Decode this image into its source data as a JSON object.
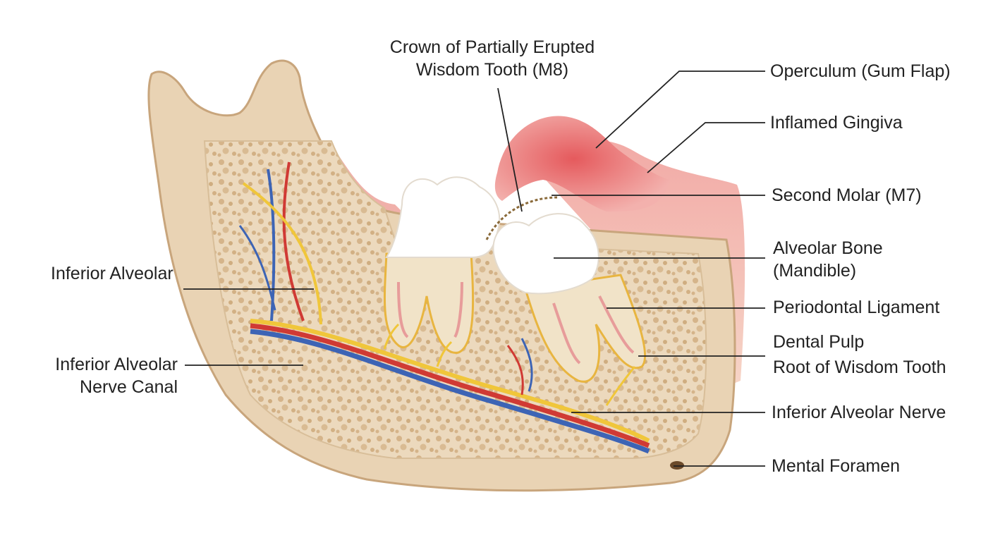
{
  "labels": {
    "crown": [
      "Crown of Partially Erupted",
      "Wisdom Tooth (M8)"
    ],
    "operculum": "Operculum (Gum Flap)",
    "inflamed_gingiva": "Inflamed Gingiva",
    "second_molar": "Second Molar (M7)",
    "alveolar_bone": [
      "Alveolar Bone",
      "(Mandible)"
    ],
    "periodontal_ligament": "Periodontal Ligament",
    "dental_pulp": "Dental Pulp",
    "root": "Root of Wisdom Tooth",
    "inferior_alveolar_nerve": "Inferior Alveolar Nerve",
    "mental_foramen": "Mental Foramen",
    "inferior_alveolar": "Inferior Alveolar",
    "nerve_canal": [
      "Inferior Alveolar",
      "Nerve Canal"
    ]
  },
  "colors": {
    "bone_outer": "#e9d3b4",
    "bone_edge": "#c8a57c",
    "cancellous": "#d7b68c",
    "gum": "#f0a9a5",
    "inflamed": "#e96a6c",
    "enamel": "#ffffff",
    "dentin": "#f1e3c8",
    "nerve": "#f0c63a",
    "artery": "#d03a34",
    "vein": "#3d64b5",
    "leader": "#222222"
  }
}
